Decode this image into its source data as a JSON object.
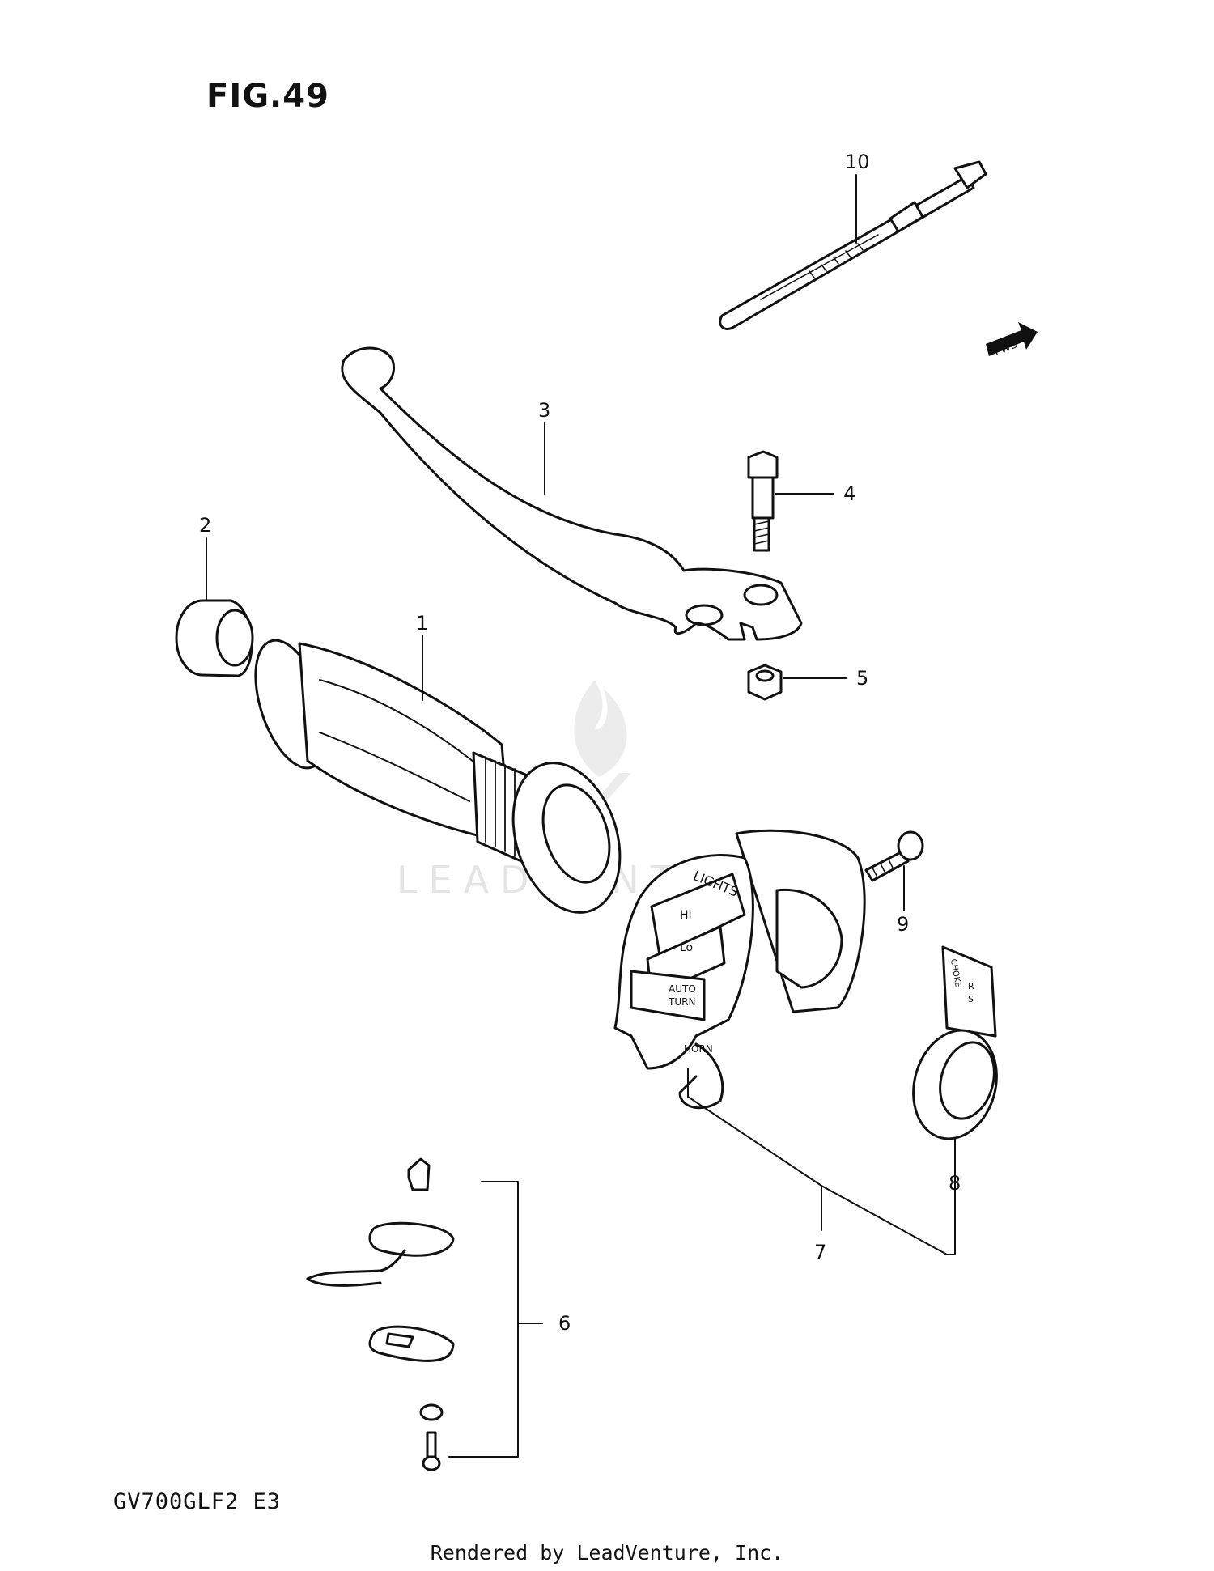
{
  "figure": {
    "title": "FIG.49",
    "model_code": "GV700GLF2  E3",
    "credit": "Rendered by LeadVenture, Inc.",
    "watermark": "LEADVENTURE"
  },
  "callouts": [
    "1",
    "2",
    "3",
    "4",
    "5",
    "6",
    "7",
    "8",
    "9",
    "10"
  ],
  "orientation_badge": "FWD",
  "switch_housing": {
    "lights": "LIGHTS",
    "hi": "HI",
    "lo": "Lo",
    "auto": "AUTO",
    "turn": "TURN",
    "horn": "HORN"
  },
  "choke_lever": {
    "choke": "CHOKE",
    "letters": [
      "R",
      "S"
    ]
  },
  "colors": {
    "ink": "#111111",
    "paper": "#ffffff",
    "watermark": "#e4e4e4"
  }
}
